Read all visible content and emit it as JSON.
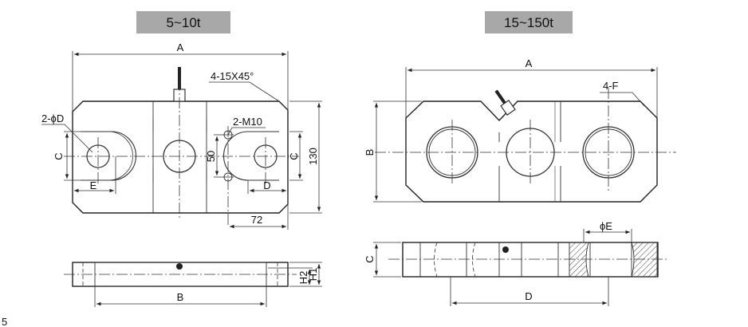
{
  "titles": {
    "small": "5~10t",
    "large": "15~150t"
  },
  "small": {
    "dim_A": "A",
    "chamfer": "4-15X45°",
    "hole_d": "2-ϕD",
    "thread": "2-M10",
    "dim_C_left": "C",
    "dim_C_right": "C",
    "dim_E": "E",
    "dim_D": "D",
    "dim_50": "50",
    "dim_130": "130",
    "dim_72": "72",
    "dim_B": "B",
    "dim_H2": "H2",
    "dim_H1": "H1"
  },
  "large": {
    "dim_A": "A",
    "label_F": "4-F",
    "dim_B": "B",
    "dim_C": "C",
    "dim_E": "ϕE",
    "dim_D": "D"
  },
  "footnote": "5"
}
